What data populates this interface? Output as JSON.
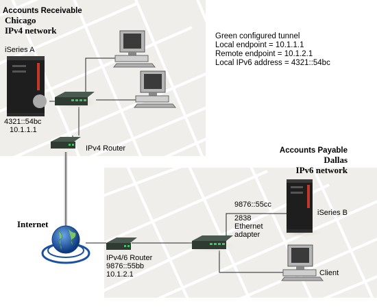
{
  "chicago": {
    "title": "Accounts Receivable",
    "city": "Chicago",
    "network": "IPv4 network",
    "server_name": "iSeries A",
    "server_ipv6": "4321::54bc",
    "server_ipv4": "10.1.1.1",
    "router_label": "IPv4 Router"
  },
  "tunnel_info": {
    "line1": "Green configured tunnel",
    "line2": "Local endpoint = 10.1.1.1",
    "line3": "Remote endpoint = 10.1.2.1",
    "line4": "Local IPv6 address = 4321::54bc"
  },
  "dallas": {
    "title": "Accounts Payable",
    "city": "Dallas",
    "network": "IPv6 network",
    "server_name": "iSeries B",
    "server_ipv6": "9876::55cc",
    "adapter_line1": "2838",
    "adapter_line2": "Ethernet",
    "adapter_line3": "adapter",
    "router_line1": "IPv4/6 Router",
    "router_line2": "9876::55bb",
    "router_line3": "10.1.2.1",
    "client_label": "Client"
  },
  "internet_label": "Internet",
  "colors": {
    "zone_fill": "#efeeea",
    "tile_line": "#ffffff",
    "server_body": "#1e1e1e",
    "server_accent": "#c0392b",
    "globe_blue": "#1b4fa0",
    "hub_body": "#2f3a33",
    "hub_led": "#3cc85a"
  }
}
